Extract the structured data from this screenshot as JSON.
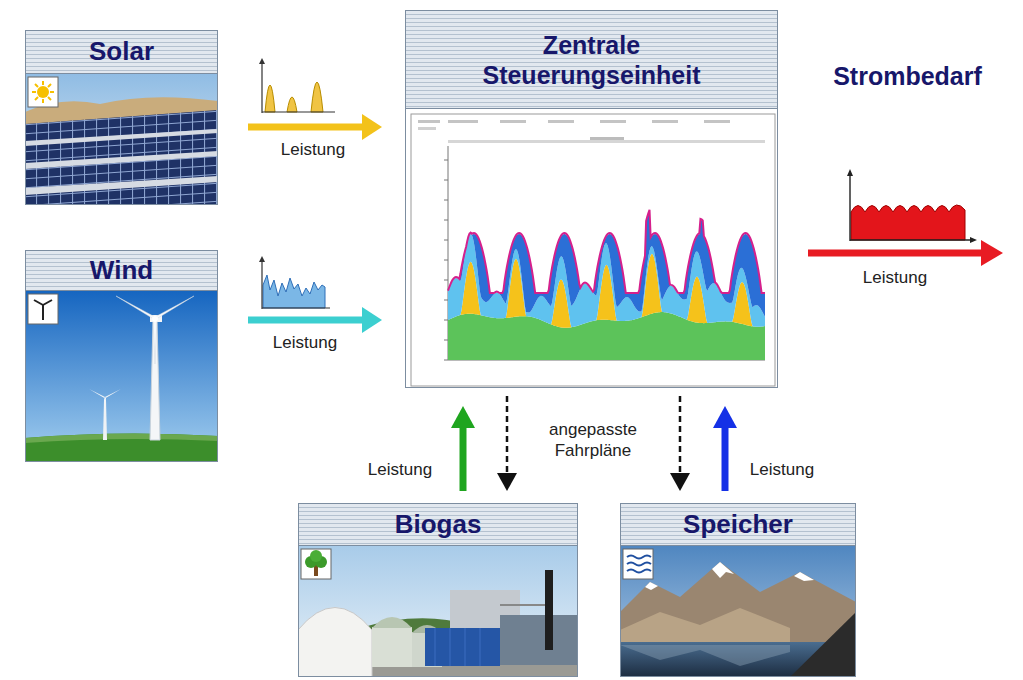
{
  "diagram": {
    "nodes": [
      {
        "text": [
          "Solar"
        ]
      },
      {
        "text": [
          "Wind"
        ]
      },
      {
        "text": [
          "Zentrale Steuerungseinheit"
        ]
      },
      {
        "text": [
          "Strombedarf"
        ]
      },
      {
        "text": [
          "Biogas"
        ]
      },
      {
        "text": [
          "Speicher"
        ]
      }
    ],
    "edges": [
      {
        "from": 0,
        "to": 2,
        "label": "Leistung",
        "arrow": "to"
      },
      {
        "from": 1,
        "to": 2,
        "label": "Leistung",
        "arrow": "to"
      },
      {
        "from": 2,
        "to": 3,
        "label": "Leistung",
        "arrow": "to"
      },
      {
        "from": 4,
        "to": 2,
        "label": "Leistung",
        "arrow": "to"
      },
      {
        "from": 2,
        "to": 4,
        "arrow": "to"
      },
      {
        "from": 2,
        "to": 5,
        "arrow": "to"
      },
      {
        "from": 5,
        "to": 2,
        "label": "Leistung",
        "arrow": "to"
      }
    ],
    "labels": [
      "angepasste Fahrpläne"
    ]
  }
}
